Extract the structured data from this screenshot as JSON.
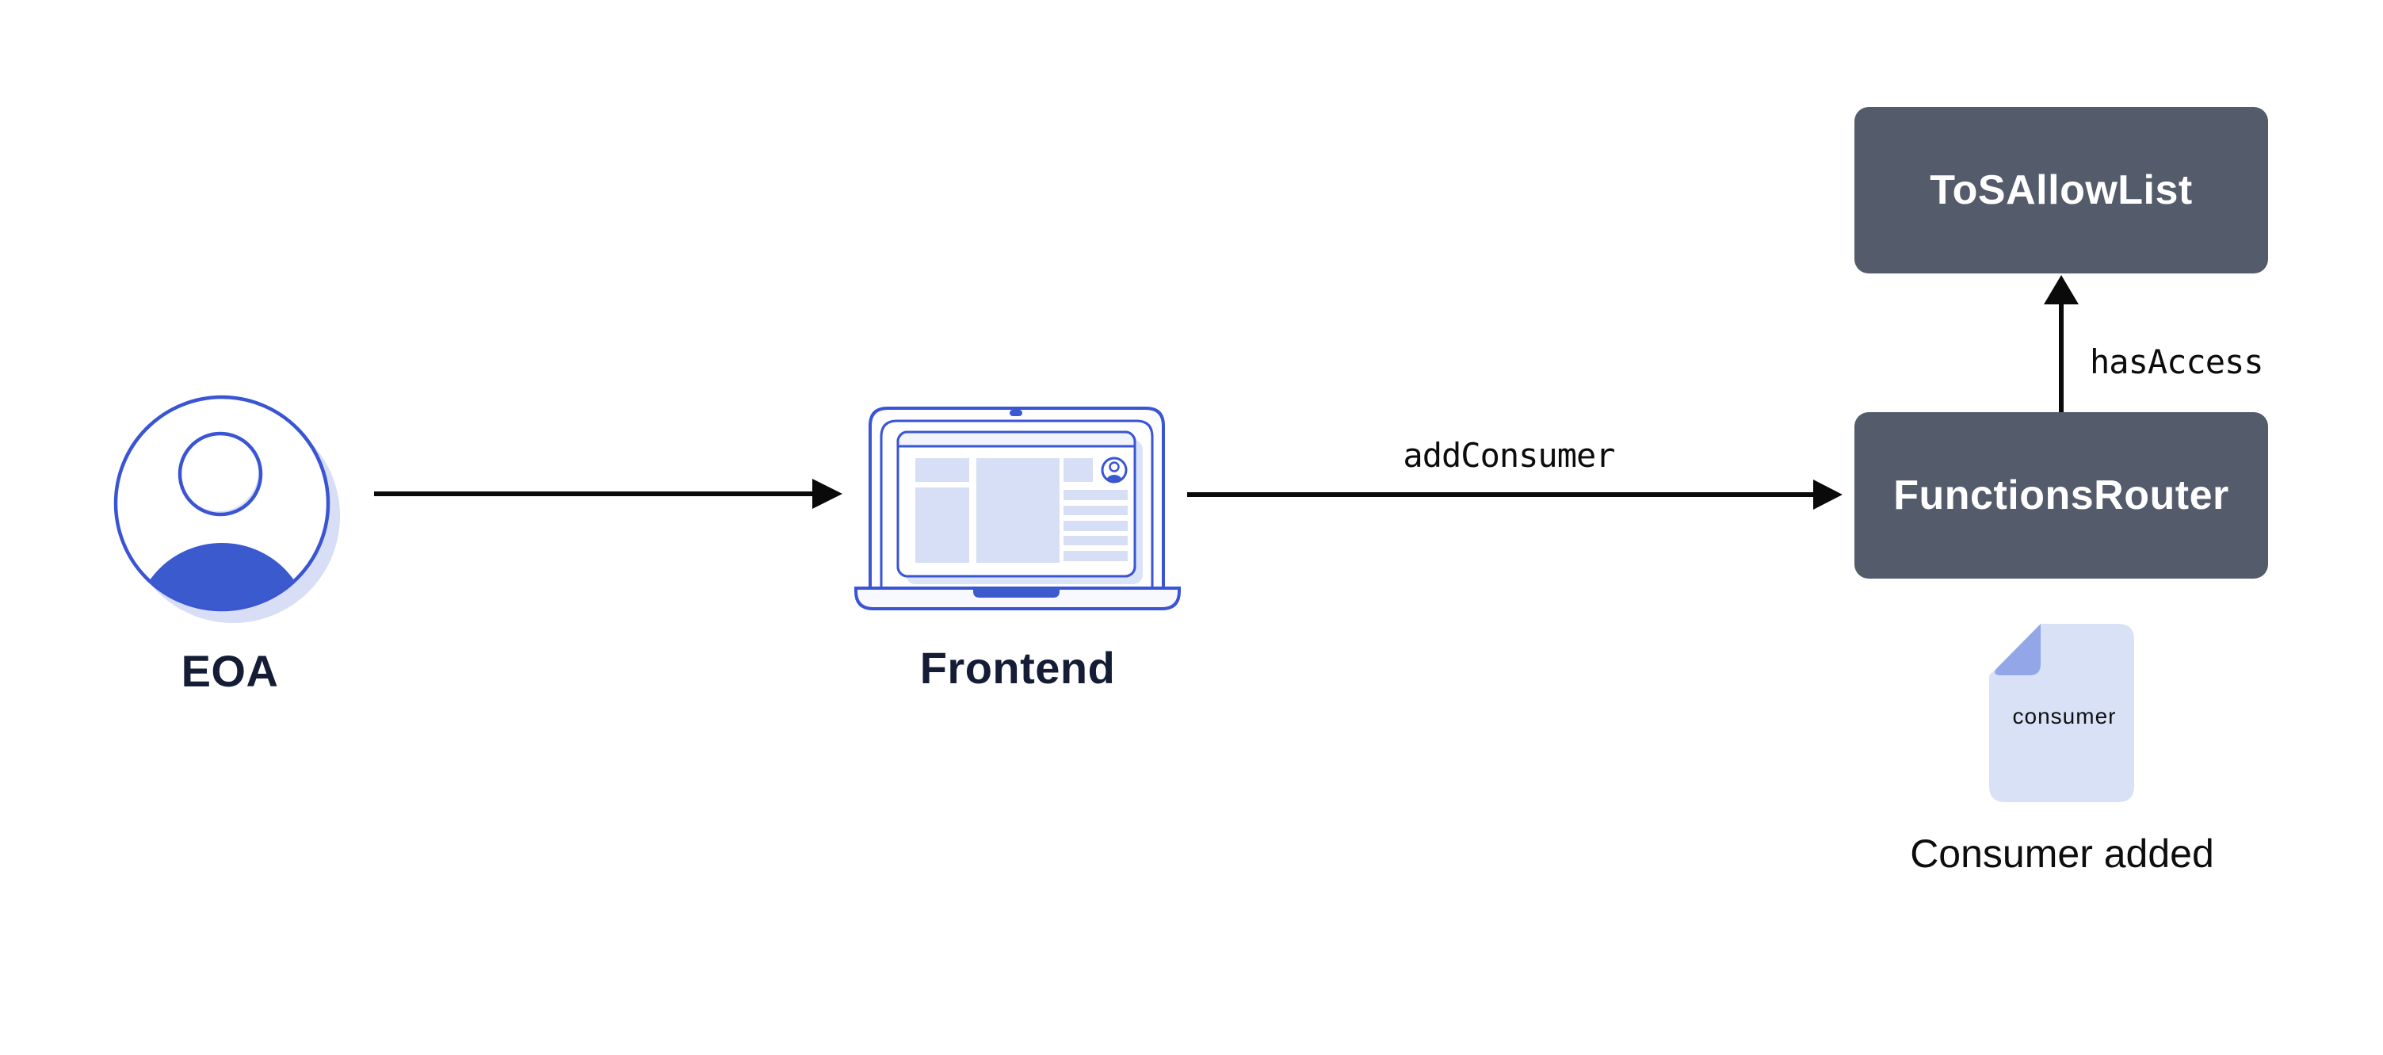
{
  "diagram": {
    "nodes": {
      "eoa": {
        "label": "EOA",
        "icon": "user-avatar-icon"
      },
      "frontend": {
        "label": "Frontend",
        "icon": "laptop-icon"
      },
      "functions_router": {
        "label": "FunctionsRouter"
      },
      "tos_allow_list": {
        "label": "ToSAllowList"
      }
    },
    "edges": {
      "eoa_to_frontend": {
        "type": "arrow-right"
      },
      "frontend_to_functions_router": {
        "type": "arrow-right",
        "label": "addConsumer"
      },
      "functions_router_to_tos_allow_list": {
        "type": "arrow-up",
        "label": "hasAccess"
      }
    },
    "artifact": {
      "icon": "document-icon",
      "file_label": "consumer",
      "caption": "Consumer added"
    },
    "colors": {
      "accent_blue": "#3a55d4",
      "blue_fill": "#3a5ace",
      "light_periwinkle": "#d9e1f7",
      "shadow_periwinkle": "#d7def5",
      "fold_blue": "#93a6e8",
      "box_slate": "#545b6b",
      "box_text": "#ffffff",
      "label_navy": "#141c36",
      "arrow_black": "#0a0a0a",
      "background": "#ffffff"
    }
  }
}
